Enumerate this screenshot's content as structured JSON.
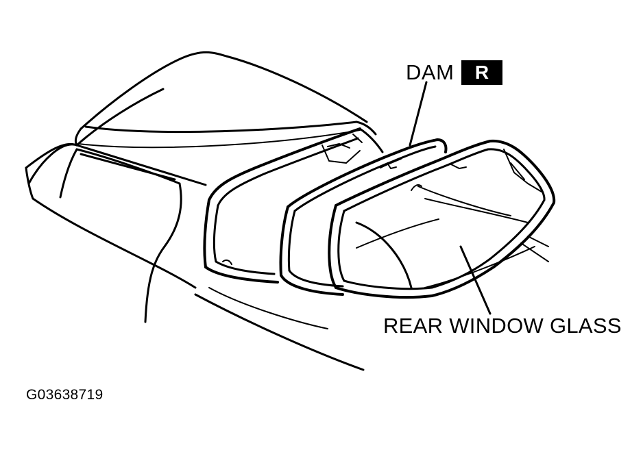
{
  "labels": {
    "dam": "DAM",
    "dam_badge": "R",
    "rear_window_glass": "REAR WINDOW GLASS",
    "figure_id": "G03638719"
  },
  "colors": {
    "line": "#000000",
    "background": "#ffffff",
    "badge_fill": "#000000",
    "badge_text": "#ffffff"
  }
}
